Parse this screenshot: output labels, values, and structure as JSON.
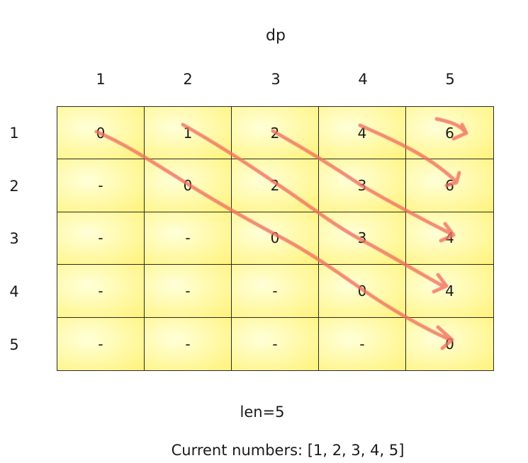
{
  "title": "dp",
  "columns": [
    "1",
    "2",
    "3",
    "4",
    "5"
  ],
  "rows": [
    "1",
    "2",
    "3",
    "4",
    "5"
  ],
  "matrix": [
    [
      "0",
      "1",
      "2",
      "4",
      "6"
    ],
    [
      "-",
      "0",
      "2",
      "3",
      "6"
    ],
    [
      "-",
      "-",
      "0",
      "3",
      "4"
    ],
    [
      "-",
      "-",
      "-",
      "0",
      "4"
    ],
    [
      "-",
      "-",
      "-",
      "-",
      "0"
    ]
  ],
  "len_label": "len=5",
  "current_numbers": "Current numbers: [1, 2, 3, 4, 5]",
  "colors": {
    "arrow": "#f07060",
    "cell": "#fff8a0",
    "grid_line": "#2a2a2a"
  }
}
